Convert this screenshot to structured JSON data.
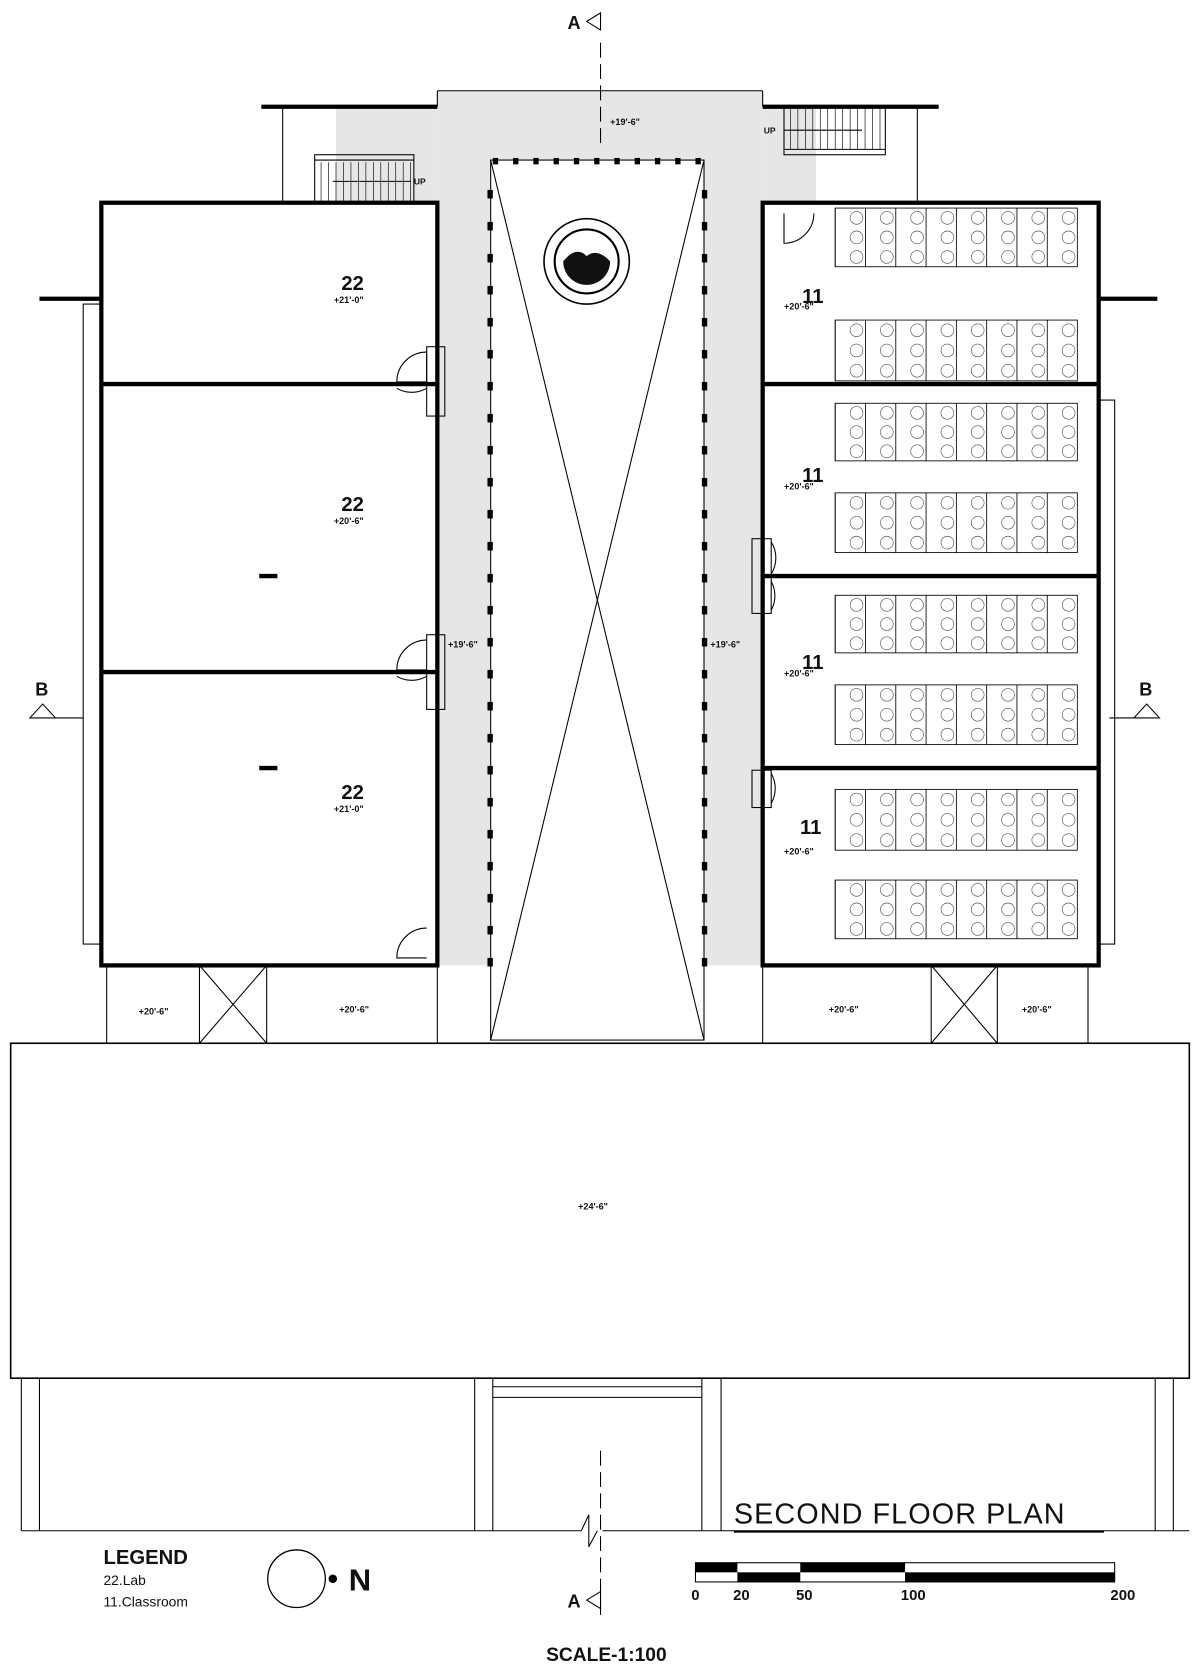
{
  "title": "SECOND FLOOR PLAN",
  "scale_label": "SCALE-1:100",
  "section_marks": {
    "a": "A",
    "b": "B"
  },
  "stairs": {
    "up_label": "UP"
  },
  "levels": {
    "entrance": "+19'-6\"",
    "left_corridor": "+19'-6\"",
    "right_corridor": "+19'-6\"",
    "terrace": "+24'-6\"",
    "balcony_1": "+20'-6\"",
    "balcony_2": "+20'-6\"",
    "balcony_3": "+20'-6\"",
    "balcony_4": "+20'-6\""
  },
  "labs": [
    {
      "number": "22",
      "level": "+21'-0\""
    },
    {
      "number": "22",
      "level": "+20'-6\""
    },
    {
      "number": "22",
      "level": "+21'-0\""
    }
  ],
  "classrooms": [
    {
      "number": "11",
      "level": "+20'-6\""
    },
    {
      "number": "11",
      "level": "+20'-6\""
    },
    {
      "number": "11",
      "level": "+20'-6\""
    },
    {
      "number": "11",
      "level": "+20'-6\""
    }
  ],
  "legend": {
    "heading": "LEGEND",
    "items": [
      "22.Lab",
      "11.Classroom"
    ]
  },
  "north": "N",
  "scale_bar": {
    "ticks": [
      "0",
      "20",
      "50",
      "100",
      "200"
    ]
  }
}
